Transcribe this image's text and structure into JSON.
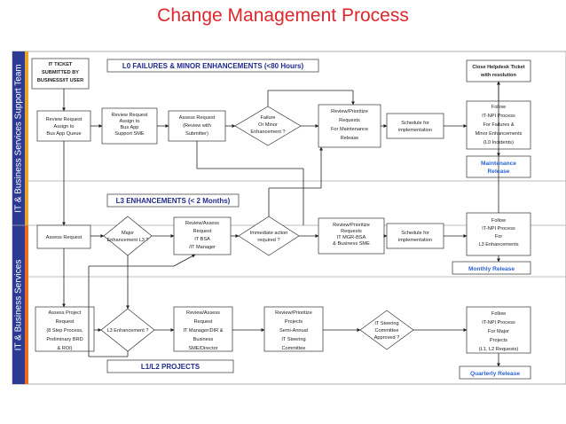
{
  "title": "Change Management Process",
  "side_labels": {
    "top": "IT & Business Services Support Team",
    "bottom": "IT & Business Services"
  },
  "banners": {
    "l0": "L0 FAILURES & MINOR ENHANCEMENTS (<80 Hours)",
    "l3": "L3  ENHANCEMENTS (< 2 Months)",
    "l12": "L1/L2 PROJECTS"
  },
  "nodes": {
    "it_ticket": [
      "IT TICKET",
      "SUBMITTED BY",
      "BUSINESS/IT USER"
    ],
    "close_ticket": [
      "Close Helpdesk Ticket",
      "with resolution"
    ],
    "review_request_assign": [
      "Review Request",
      "Assign to",
      "Bus App Queue"
    ],
    "review_request_sme": [
      "Review Request",
      "Assign to",
      "Bus App",
      "Support SME"
    ],
    "assess_request_l0": [
      "Assess Request",
      "(Review with",
      "Submitter)"
    ],
    "failure_decision": [
      "Failure",
      "Or Minor",
      "Enhancement ?"
    ],
    "review_prioritize_l0": [
      "Review/Prioritize",
      "Requests",
      "For Maintenance",
      "Release"
    ],
    "schedule_l0": [
      "Schedule for",
      "implementation"
    ],
    "follow_l0": [
      "Follow",
      "IT-NPI Process",
      "For Failures &",
      "Minor Enhancements",
      "(L0 Incidents)"
    ],
    "assess_request_l3": [
      "Assess Request"
    ],
    "major_decision": [
      "Major",
      "Enhancement L3 ?"
    ],
    "review_assess_l3": [
      "Review/Assess",
      "Request",
      "IT BSA",
      "/IT Manager"
    ],
    "immediate_decision": [
      "Immediate action",
      "required ?"
    ],
    "review_prioritize_l3": [
      "Review/Prioritize",
      "Requests",
      "IT MGR-BSA",
      "& Business SME"
    ],
    "schedule_l3": [
      "Schedule for",
      "implementation"
    ],
    "follow_l3": [
      "Follow",
      "IT-NPI Process",
      "For",
      "L3 Enhancements"
    ],
    "assess_project": [
      "Assess Project",
      "Request",
      "(8 Step Process,",
      "Preliminary BRD",
      "& ROI)"
    ],
    "l3_decision": [
      "L3 Enhancement ?"
    ],
    "review_assess_proj": [
      "Review/Assess",
      "Request",
      "IT Manager/DIR &",
      "Business",
      "SME/Director"
    ],
    "review_prioritize_proj": [
      "Review/Prioritize",
      "Projects",
      "Semi-Annual",
      "IT Steering",
      "Committee"
    ],
    "steering_decision": [
      "IT Steering",
      "Committee",
      "Approved ?"
    ],
    "follow_proj": [
      "Follow",
      "IT-NPI Process",
      "For Major",
      "Projects",
      "(L1, L2 Requests)"
    ]
  },
  "releases": {
    "maintenance": [
      "Maintenance",
      "Release"
    ],
    "monthly": "Monthly Release",
    "quarterly": "Quarterly Release"
  },
  "colors": {
    "title": "#e0262c",
    "sidebar": "#2b3a92",
    "band_top": "#e8a32b",
    "band_bottom": "#eb6b1f",
    "banner_text": "#1f2a8c",
    "release_text": "#2a63d4"
  }
}
